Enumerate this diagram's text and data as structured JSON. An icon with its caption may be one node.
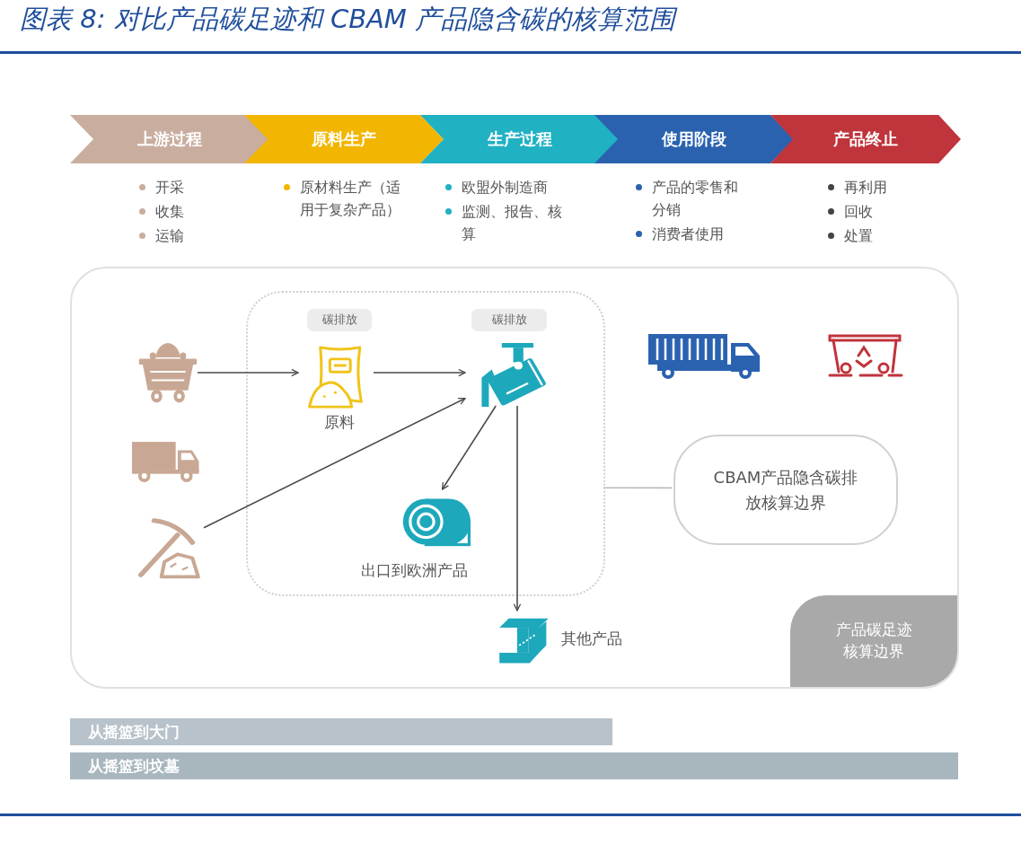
{
  "diagram": {
    "title": "图表 8: 对比产品碳足迹和 CBAM 产品隐含碳的核算范围",
    "nodes": [
      {
        "text": [
          "上游过程"
        ],
        "beside": [
          "开采",
          "收集",
          "运输"
        ]
      },
      {
        "text": [
          "原料生产"
        ],
        "beside": [
          "原材料生产（适用于复杂产品）"
        ]
      },
      {
        "text": [
          "生产过程"
        ],
        "beside": [
          "欧盟外制造商",
          "监测、报告、核算"
        ]
      },
      {
        "text": [
          "使用阶段"
        ],
        "beside": [
          "产品的零售和分销",
          "消费者使用"
        ]
      },
      {
        "text": [
          "产品终止"
        ],
        "beside": [
          "再利用",
          "回收",
          "处置"
        ]
      },
      {
        "text": [
          "产品碳足迹核算边界"
        ]
      },
      {
        "text": [],
        "shape": "box",
        "in": 5
      },
      {
        "text": [],
        "shape": "picture",
        "in": 5
      },
      {
        "text": [
          "原料"
        ],
        "beside": [
          "碳排放"
        ],
        "in": 6
      },
      {
        "text": [],
        "shape": "picture",
        "beside": [
          "碳排放"
        ],
        "in": 6
      },
      {
        "text": [],
        "shape": "picture",
        "in": 5
      },
      {
        "text": [
          "出口到欧洲产品"
        ],
        "in": 6
      },
      {
        "text": [
          "CBAM产品隐含碳排放核算边界"
        ],
        "in": 5
      },
      {
        "text": [
          "其他产品"
        ],
        "in": 5
      },
      {
        "text": [
          "从摇篮到大门"
        ]
      },
      {
        "text": [
          "从摇篮到坟墓"
        ]
      }
    ],
    "edges": [
      {
        "from": 7,
        "to": 8,
        "arrow": "to"
      },
      {
        "from": 8,
        "to": 9,
        "arrow": "to"
      },
      {
        "from": 10,
        "to": 9,
        "arrow": "to"
      },
      {
        "from": 9,
        "to": 11,
        "arrow": "to"
      },
      {
        "from": 9,
        "to": 13,
        "arrow": "to"
      },
      {
        "from": 12,
        "to": 6,
        "arrow": "none",
        "color": "#bbbbbb"
      }
    ]
  }
}
